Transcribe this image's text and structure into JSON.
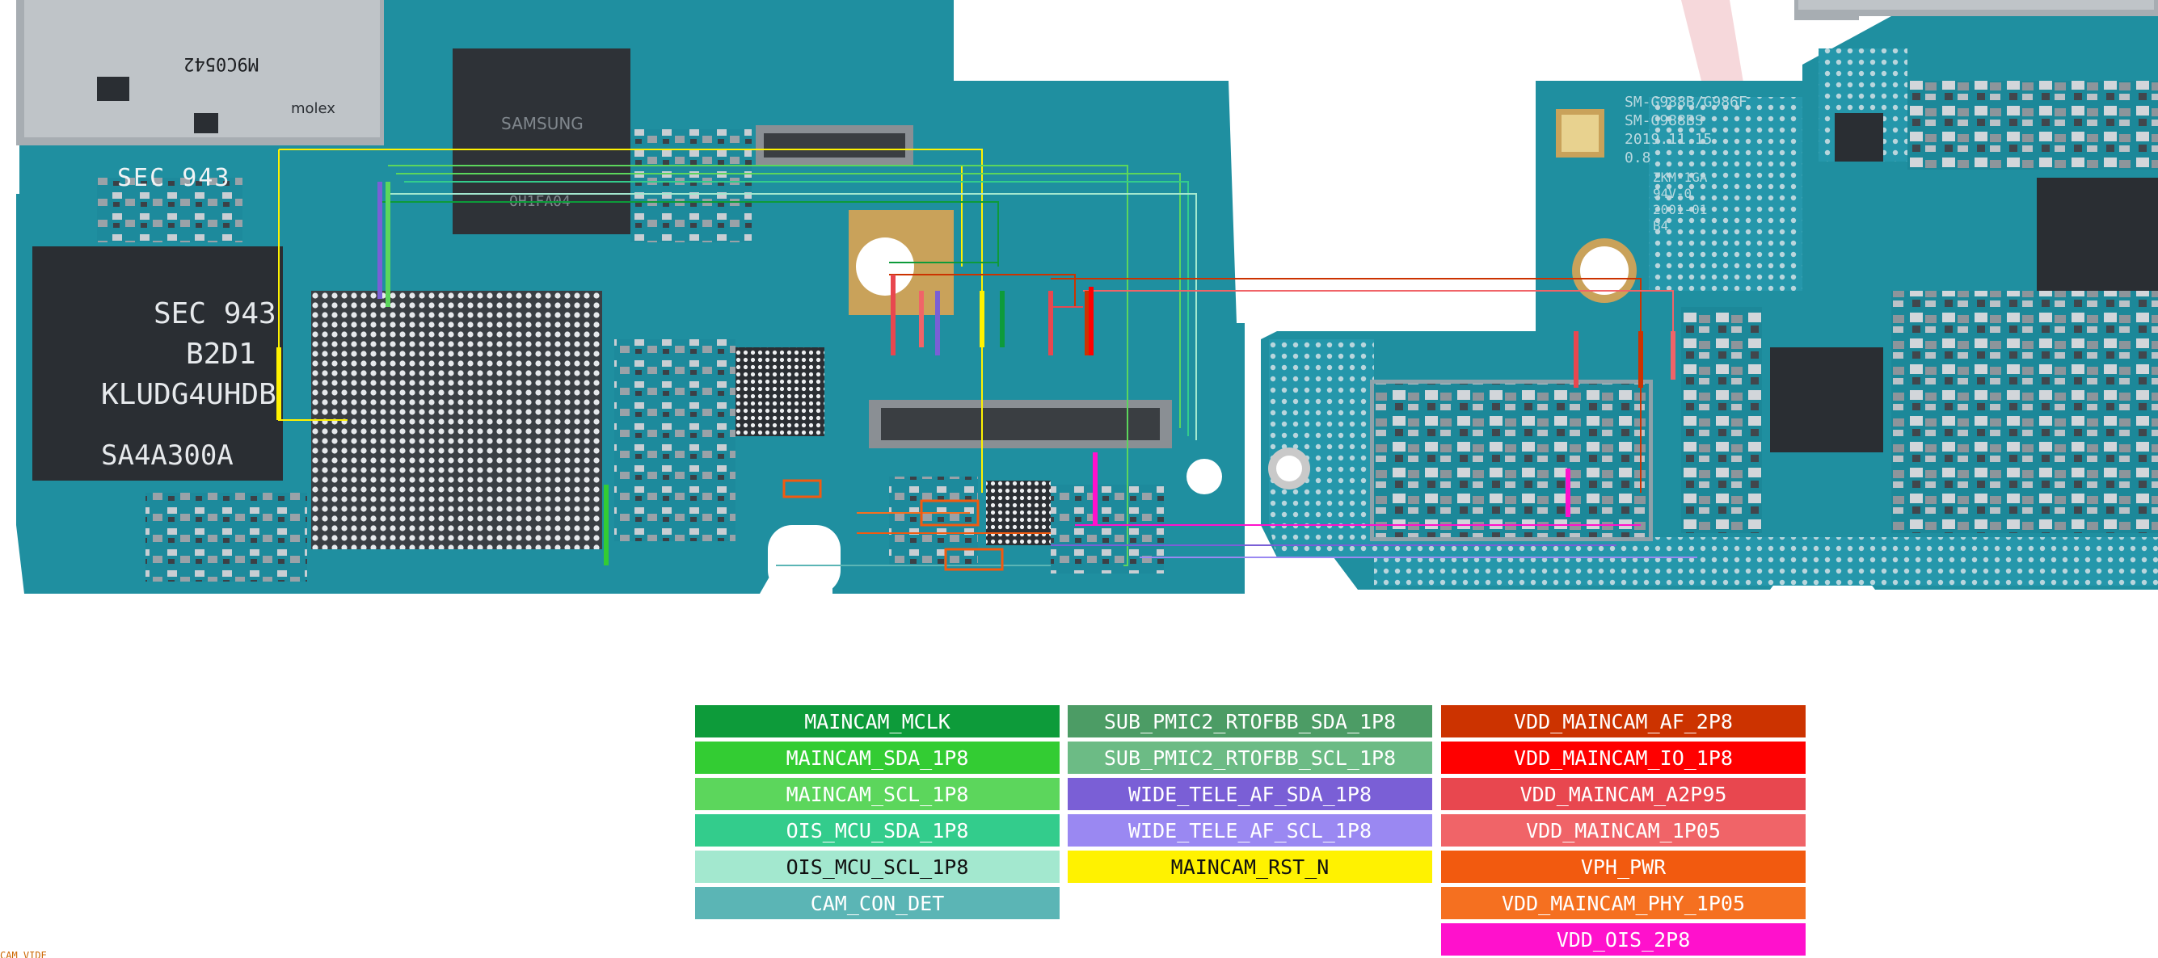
{
  "board": {
    "chip_labels": {
      "ufs_line1": "SEC 943",
      "ufs_line2": "B2D1",
      "ufs_line3": "KLUDG4UHDB",
      "ufs_line4": "SA4A300A",
      "sim_code": "M9C0542",
      "sim_brand": "molex",
      "samsung_chip": "SAMSUNG",
      "ram_code": "OH1FA04",
      "model_line1": "SM-G988B/G986F",
      "model_line2": "SM-G988BS",
      "model_line3": "2019.11.15",
      "model_line4": "0.8",
      "fr4_line1": "ZKM-1GA",
      "fr4_line2": "94V-0",
      "fr4_line3": "2001-01",
      "fr4_line4": "B4"
    },
    "colors": {
      "board": "#1f8fa0",
      "board_dark": "#13606e",
      "chip_black": "#2a2e33",
      "pad_white": "#e8eef2",
      "gold": "#c9a25a"
    }
  },
  "legend": {
    "columns": [
      [
        {
          "label": "MAINCAM_MCLK",
          "color": "#0d9b3a",
          "text": "dark"
        },
        {
          "label": "MAINCAM_SDA_1P8",
          "color": "#33cc33",
          "text": "dark"
        },
        {
          "label": "MAINCAM_SCL_1P8",
          "color": "#5cd65c",
          "text": "dark"
        },
        {
          "label": "OIS_MCU_SDA_1P8",
          "color": "#33cc8c",
          "text": "dark"
        },
        {
          "label": "OIS_MCU_SCL_1P8",
          "color": "#a3e8cf",
          "text": "light"
        },
        {
          "label": "CAM_CON_DET",
          "color": "#5bb5b5",
          "text": "dark"
        }
      ],
      [
        {
          "label": "SUB_PMIC2_RTOFBB_SDA_1P8",
          "color": "#4c9c65",
          "text": "dark"
        },
        {
          "label": "SUB_PMIC2_RTOFBB_SCL_1P8",
          "color": "#6cbb85",
          "text": "dark"
        },
        {
          "label": "WIDE_TELE_AF_SDA_1P8",
          "color": "#7a5fd6",
          "text": "dark"
        },
        {
          "label": "WIDE_TELE_AF_SCL_1P8",
          "color": "#9a88f2",
          "text": "dark"
        },
        {
          "label": "MAINCAM_RST_N",
          "color": "#fff200",
          "text": "light"
        }
      ],
      [
        {
          "label": "VDD_MAINCAM_AF_2P8",
          "color": "#cc3300",
          "text": "dark"
        },
        {
          "label": "VDD_MAINCAM_IO_1P8",
          "color": "#ff0000",
          "text": "dark"
        },
        {
          "label": "VDD_MAINCAM_A2P95",
          "color": "#e8474f",
          "text": "dark"
        },
        {
          "label": "VDD_MAINCAM_1P05",
          "color": "#f06468",
          "text": "dark"
        },
        {
          "label": "VPH_PWR",
          "color": "#f25a0f",
          "text": "dark"
        },
        {
          "label": "VDD_MAINCAM_PHY_1P05",
          "color": "#f57020",
          "text": "dark"
        },
        {
          "label": "VDD_OIS_2P8",
          "color": "#ff11cc",
          "text": "dark"
        }
      ]
    ]
  },
  "footer": {
    "text": "CAM_VIDE"
  }
}
